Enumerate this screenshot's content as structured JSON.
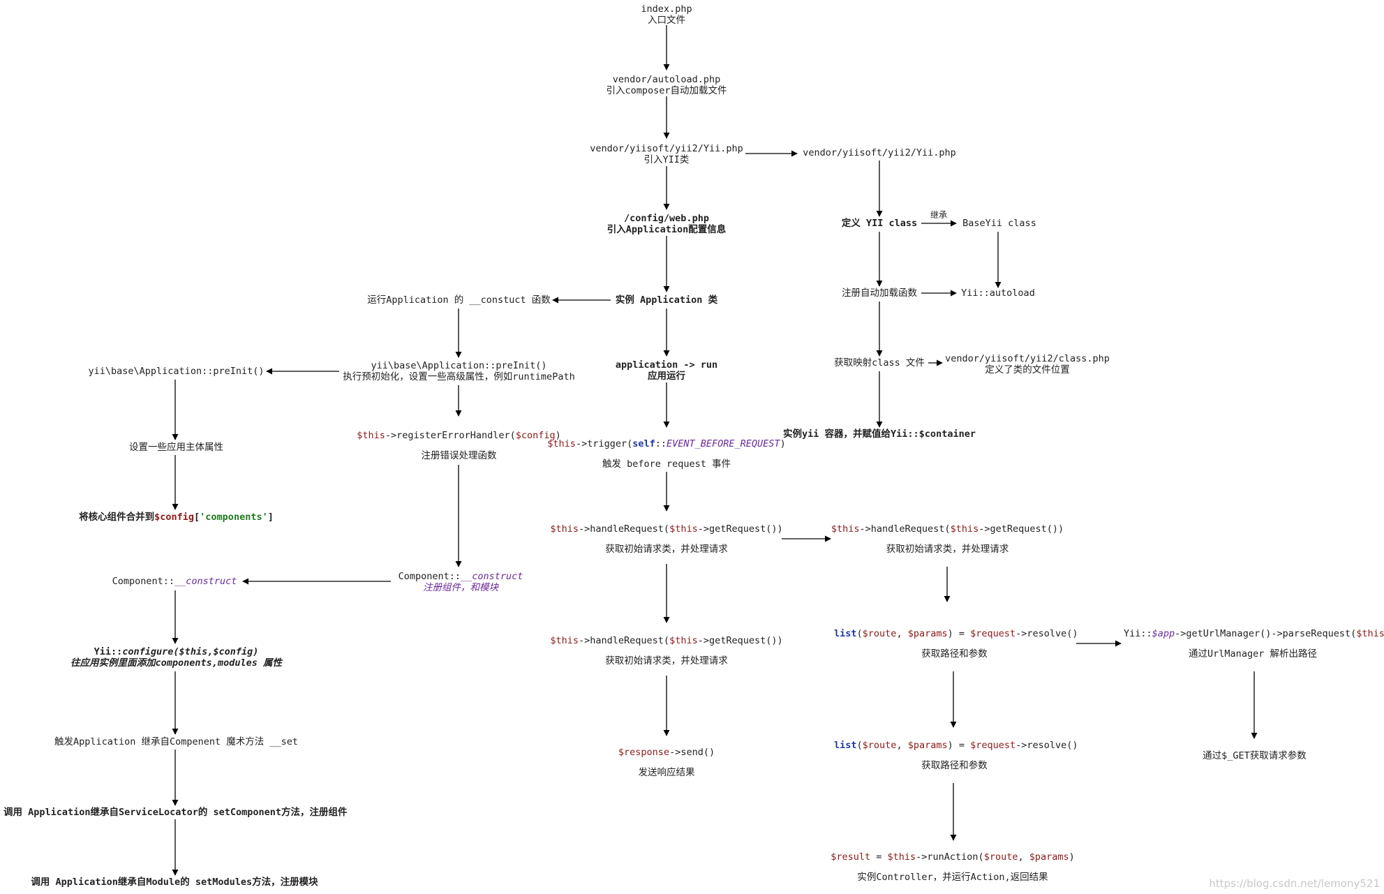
{
  "n": {
    "index": [
      "index.php",
      "入口文件"
    ],
    "autoload": [
      "vendor/autoload.php",
      "引入composer自动加载文件"
    ],
    "yii_php": [
      "vendor/yiisoft/yii2/Yii.php",
      "引入YII类"
    ],
    "yii_php_r": "vendor/yiisoft/yii2/Yii.php",
    "define_yii": "定义 YII class",
    "inherit_label": "继承",
    "baseyii": "BaseYii class",
    "reg_autoload": "注册自动加载函数",
    "yii_autoload": "Yii::autoload",
    "get_class_map": "获取映射class 文件",
    "class_php": [
      "vendor/yiisoft/yii2/class.php",
      "定义了类的文件位置"
    ],
    "container": "实例yii 容器，并赋值给Yii::$container",
    "config_web": [
      "/config/web.php",
      "引入Application配置信息"
    ],
    "new_app": "实例 Application 类",
    "run_construct": "运行Application 的 __constuct 函数",
    "app_run": [
      "application -> run",
      "应用运行"
    ],
    "preinit_mid": [
      "yii\\base\\Application::preInit()",
      "执行预初始化，设置一些高级属性，例如runtimePath"
    ],
    "preinit_left": "yii\\base\\Application::preInit()",
    "set_props": "设置一些应用主体属性",
    "merge_core_a": "将核心组件合并到",
    "merge_core_b": "$config",
    "merge_core_c": "[",
    "merge_core_d": "'components'",
    "merge_core_e": "]",
    "reg_err_a": "$this",
    "reg_err_b": "->registerErrorHandler(",
    "reg_err_c": "$config",
    "reg_err_d": ")",
    "reg_err_desc": "注册错误处理函数",
    "comp_construct_mid_a": "Component::",
    "comp_construct_mid_b": "__construct",
    "comp_construct_mid_desc": "注册组件，和模块",
    "comp_construct_left_a": "Component::",
    "comp_construct_left_b": "__construct",
    "configure_a": "Yii::",
    "configure_b": "configure($this,$config)",
    "configure_desc": "往应用实例里面添加components,modules 属性",
    "magic_set": "触发Application 继承自Compenent 魔术方法 __set",
    "set_component": "调用 Application继承自ServiceLocator的 setComponent方法，注册组件",
    "set_modules": "调用 Application继承自Module的 setModules方法，注册模块",
    "trigger_a": "$this",
    "trigger_b": "->trigger(",
    "trigger_c": "self",
    "trigger_d": "::",
    "trigger_e": "EVENT_BEFORE_REQUEST",
    "trigger_f": ")",
    "trigger_desc": "触发 before request 事件",
    "handle_a": "$this",
    "handle_b": "->handleRequest(",
    "handle_c": "$this",
    "handle_d": "->getRequest())",
    "handle_desc": "获取初始请求类，并处理请求",
    "send_a": "$response",
    "send_b": "->send()",
    "send_desc": "发送响应结果",
    "list_a": "list",
    "list_b": "(",
    "list_c": "$route",
    "list_d": ", ",
    "list_e": "$params",
    "list_f": ") = ",
    "list_g": "$request",
    "list_h": "->resolve()",
    "list_desc": "获取路径和参数",
    "url_a": "Yii::",
    "url_b": "$app",
    "url_c": "->getUrlManager()->parseRequest(",
    "url_d": "$this",
    "url_e": ")",
    "url_desc": "通过UrlManager 解析出路径",
    "get_params": "通过$_GET获取请求参数",
    "result_a": "$result",
    "result_b": " = ",
    "result_c": "$this",
    "result_d": "->runAction(",
    "result_e": "$route",
    "result_f": ", ",
    "result_g": "$params",
    "result_h": ")",
    "result_desc": "实例Controller，并运行Action,返回结果"
  },
  "watermark": "https://blog.csdn.net/lemony521"
}
